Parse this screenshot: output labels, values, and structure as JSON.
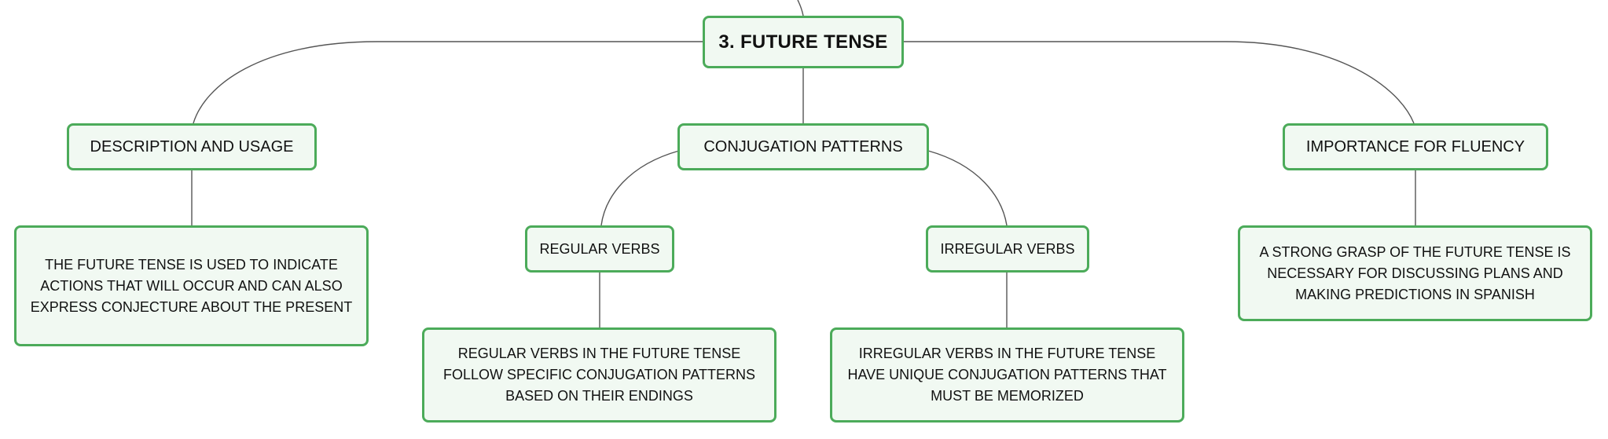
{
  "root": {
    "label": "3. FUTURE TENSE"
  },
  "branches": [
    {
      "label": "DESCRIPTION AND USAGE",
      "detail": "THE FUTURE TENSE IS USED TO INDICATE ACTIONS THAT WILL OCCUR AND CAN ALSO EXPRESS CONJECTURE ABOUT THE PRESENT"
    },
    {
      "label": "CONJUGATION PATTERNS",
      "children": [
        {
          "label": "REGULAR VERBS",
          "detail": "REGULAR VERBS IN THE FUTURE TENSE FOLLOW SPECIFIC CONJUGATION PATTERNS BASED ON THEIR ENDINGS"
        },
        {
          "label": "IRREGULAR VERBS",
          "detail": "IRREGULAR VERBS IN THE FUTURE TENSE HAVE UNIQUE CONJUGATION PATTERNS THAT MUST BE MEMORIZED"
        }
      ]
    },
    {
      "label": "IMPORTANCE FOR FLUENCY",
      "detail": "A STRONG GRASP OF THE FUTURE TENSE IS NECESSARY FOR DISCUSSING PLANS AND MAKING PREDICTIONS IN SPANISH"
    }
  ],
  "colors": {
    "node_border": "#4cab5a",
    "node_fill": "#f1f9f2",
    "connector": "#555555",
    "text": "#111111"
  }
}
